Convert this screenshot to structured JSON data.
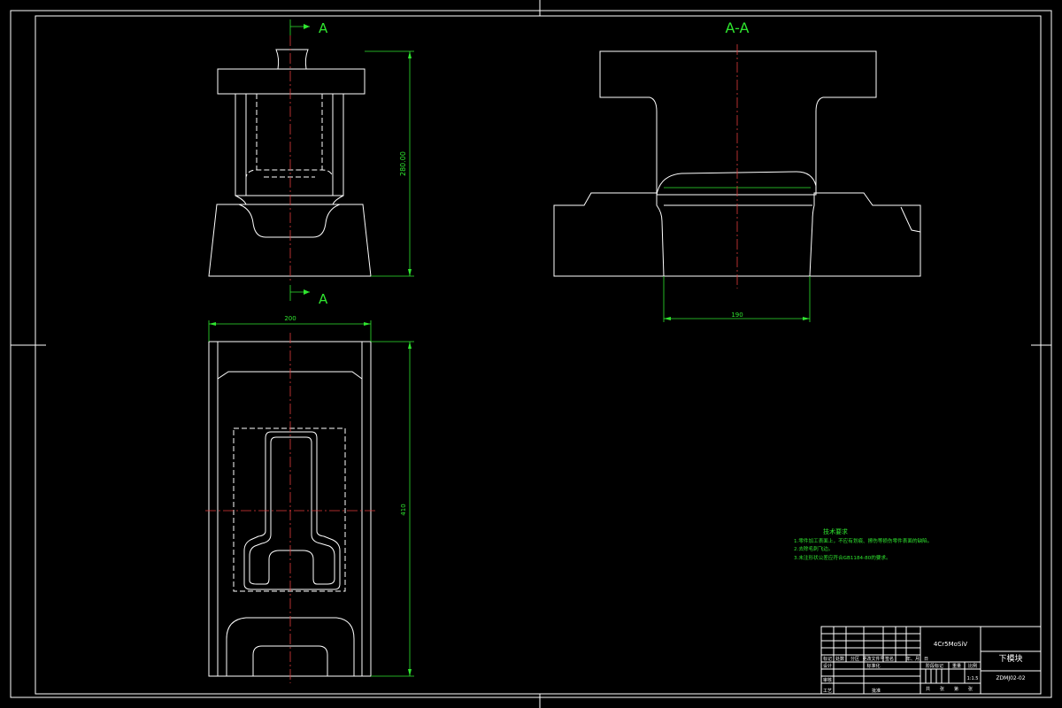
{
  "drawing": {
    "section_marker_top": "A",
    "section_marker_bottom": "A",
    "section_title": "A-A",
    "dims": {
      "height": "280.00",
      "width_top": "200",
      "width_section": "190",
      "length_plan": "410"
    }
  },
  "notes": {
    "title": "技术要求",
    "lines": [
      "1.零件加工表面上，不应有划痕、擦伤等损伤零件表面的缺陷。",
      "2.去除毛刺飞边。",
      "3.未注形状公差应符合GB1184-80的要求。"
    ]
  },
  "title_block": {
    "material": "4Cr5MoSiV",
    "part_name": "下模块",
    "drawing_no": "ZDMJ02-02",
    "scale": "1:1.5",
    "row_labels": [
      "标记",
      "处数",
      "分区",
      "更改文件号",
      "签名",
      "年、月、日"
    ],
    "left_labels": [
      "设计",
      "标准化",
      "审核",
      "工艺",
      "批准"
    ],
    "mid_labels": [
      "阶段标记",
      "重量",
      "比例"
    ],
    "sheet_labels": [
      "共",
      "张",
      "第",
      "张"
    ]
  },
  "colors": {
    "background": "#000000",
    "outline": "#ffffff",
    "dimension": "#2fe52f",
    "centerline": "#e23b3b"
  }
}
